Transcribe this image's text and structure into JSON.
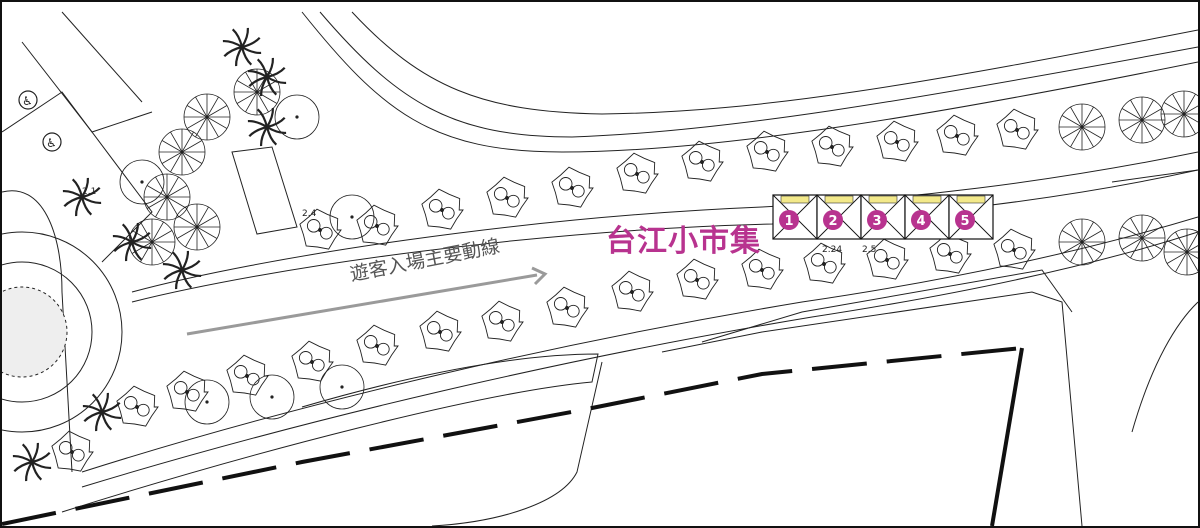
{
  "map": {
    "market_title": "台江小市集",
    "route_label": "遊客入場主要動線",
    "stalls": [
      "1",
      "2",
      "3",
      "4",
      "5"
    ],
    "tree_spot_labels": [
      "2.1",
      "2.4",
      "2.24",
      "2.5"
    ],
    "colors": {
      "accent": "#b8338f",
      "stall_awning": "#f3e98a",
      "route_arrow": "#9a9a9a",
      "linework": "#222222"
    },
    "icons": [
      "wheelchair-parking-icon",
      "palm-tree-icon",
      "tree-canopy-icon",
      "route-arrow-icon"
    ]
  }
}
